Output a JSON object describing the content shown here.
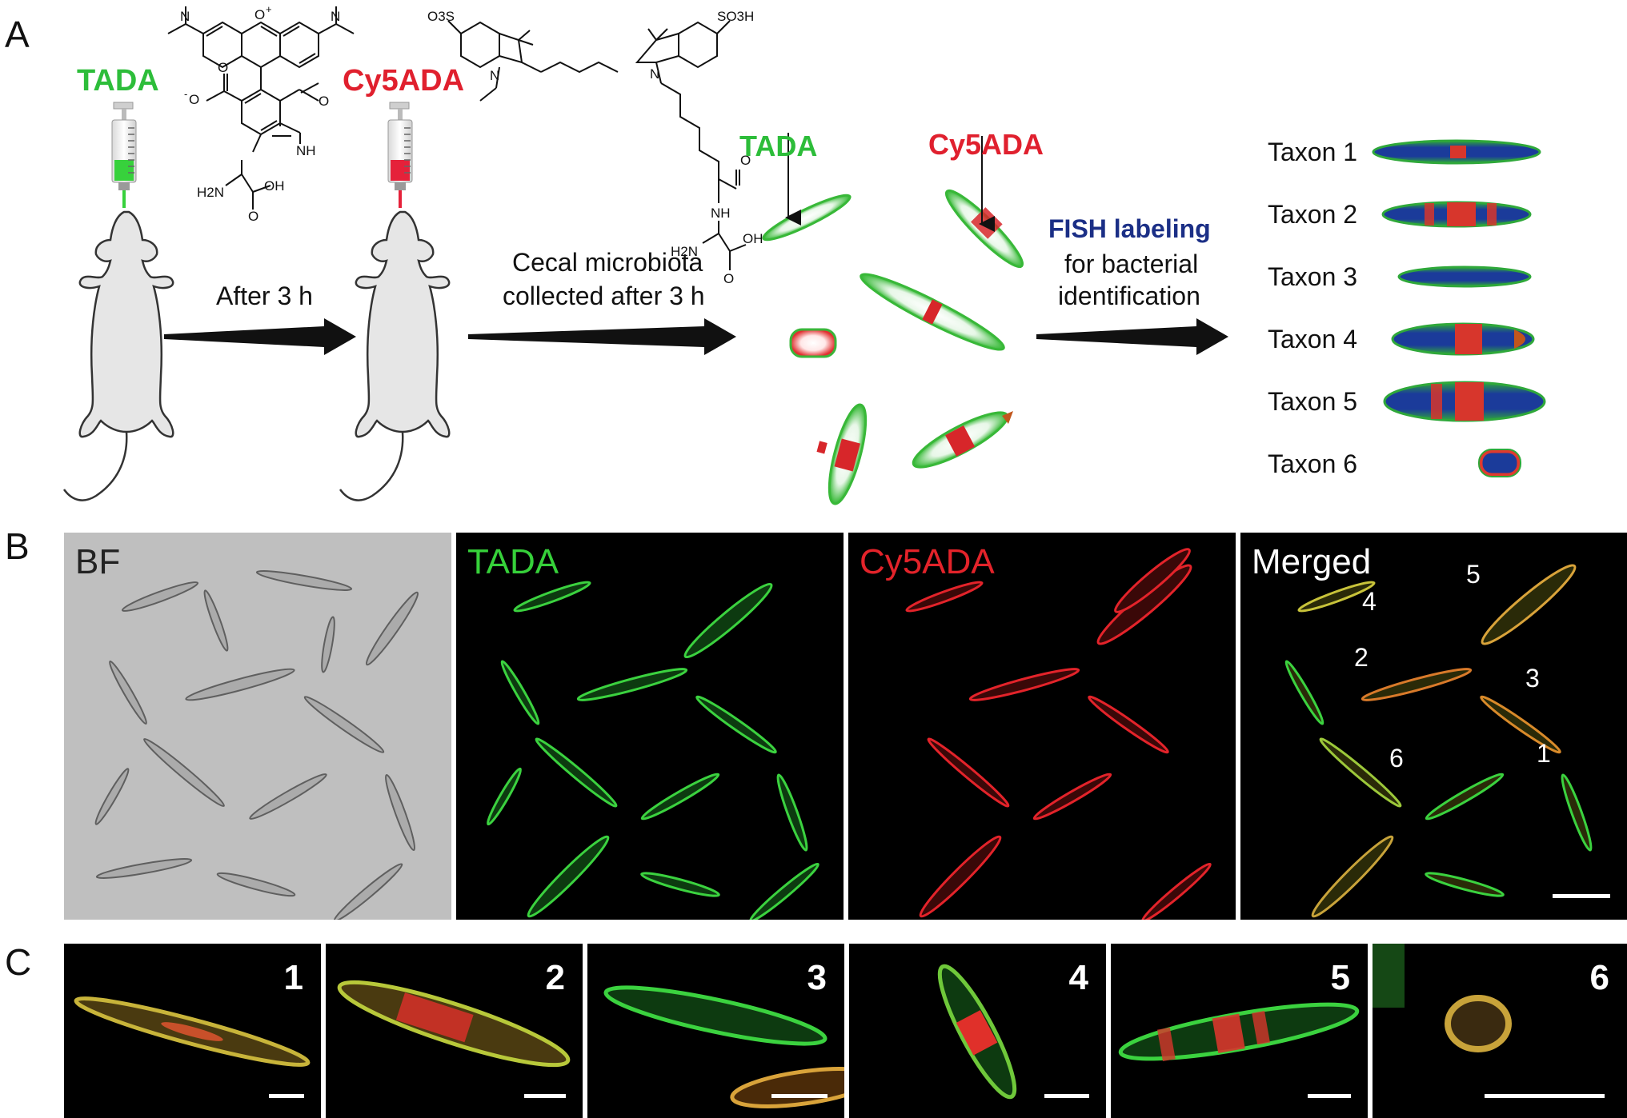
{
  "panel_letters": {
    "a": "A",
    "b": "B",
    "c": "C"
  },
  "panel_a": {
    "probe1_name": "TADA",
    "probe2_name": "Cy5ADA",
    "step1_text": "After 3 h",
    "step2_line1": "Cecal microbiota",
    "step2_line2": "collected after 3 h",
    "cell_label_tada": "TADA",
    "cell_label_cy5ada": "Cy5ADA",
    "fish_line1": "FISH labeling",
    "fish_line2": "for bacterial",
    "fish_line3": "identification",
    "taxa": [
      "Taxon 1",
      "Taxon 2",
      "Taxon 3",
      "Taxon 4",
      "Taxon 5",
      "Taxon 6"
    ],
    "chem_tada_labels": {
      "n1": "N",
      "n2": "N",
      "o_plus": "O",
      "plus": "+",
      "o_minus": "O",
      "minus": "-",
      "o_amide": "O",
      "nh": "NH",
      "h2n": "H2N",
      "oh": "OH",
      "o_acid": "O"
    },
    "chem_cy5_labels": {
      "so3_left": "O3S",
      "so3_right": "SO3H",
      "n_left": "N",
      "n_right": "N",
      "o_amide": "O",
      "nh": "NH",
      "h2n": "H2N",
      "oh": "OH",
      "o_acid": "O"
    },
    "colors": {
      "green": "#2dbd3a",
      "red": "#e0202e",
      "blue": "#1b2f86",
      "mouse_fill": "#e6e6e6"
    }
  },
  "panel_b": {
    "channels": [
      "BF",
      "TADA",
      "Cy5ADA",
      "Merged"
    ],
    "channel_label_colors": [
      "#222222",
      "#36d13a",
      "#e3232a",
      "#ffffff"
    ],
    "merged_numbers": [
      "1",
      "2",
      "3",
      "4",
      "5",
      "6"
    ]
  },
  "panel_c": {
    "crop_numbers": [
      "1",
      "2",
      "3",
      "4",
      "5",
      "6"
    ]
  }
}
